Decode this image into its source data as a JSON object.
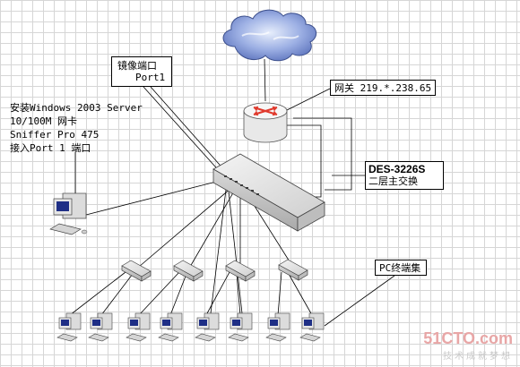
{
  "labels": {
    "mirror_port_title": "镜像端口",
    "mirror_port_name": "Port1",
    "sniffer_lines": [
      "安装Windows 2003 Server",
      "10/100M 网卡",
      "Sniffer Pro 475",
      "接入Port 1 端口"
    ],
    "gateway": "网关 219.*.238.65",
    "core_switch_model": "DES-3226S",
    "core_switch_desc": "二层主交换",
    "pc_cluster": "PC终端集"
  },
  "watermark": {
    "brand": "51CTO.com",
    "slogan": "技术成就梦想"
  },
  "colors": {
    "cloud": "#6f86c8",
    "router_arrows": "#e0392c",
    "lines": "#000000",
    "grid": "#d6d6d6"
  }
}
